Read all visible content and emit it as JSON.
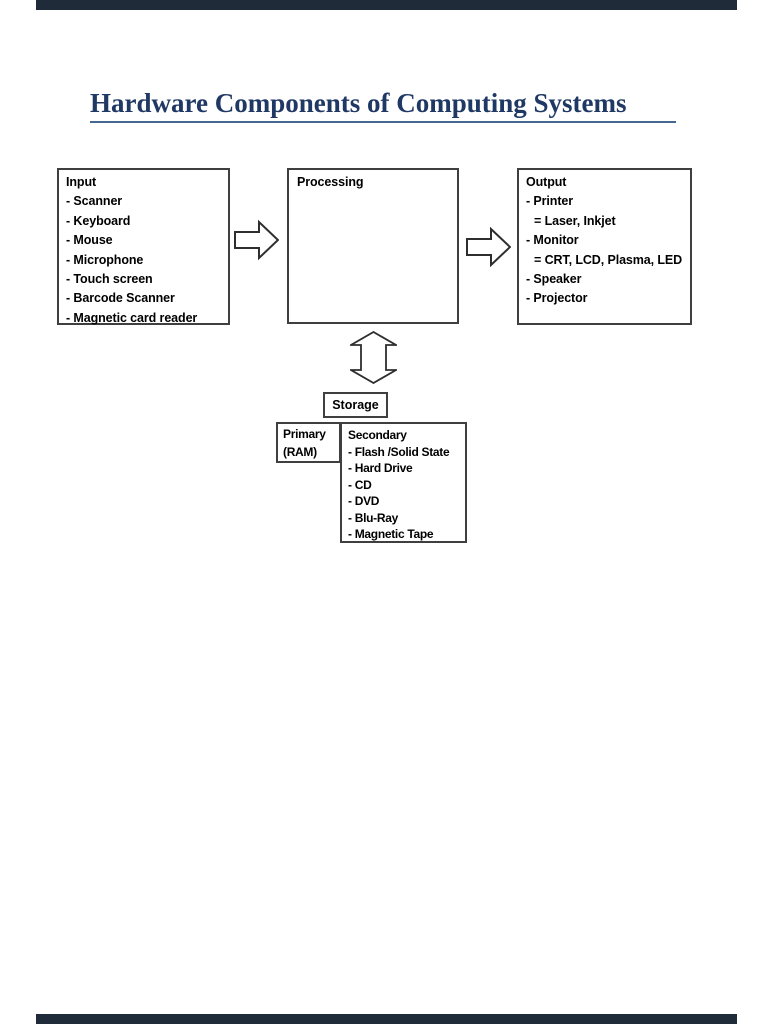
{
  "page": {
    "title": "Hardware Components of Computing Systems"
  },
  "boxes": {
    "input": {
      "title": "Input",
      "items": [
        "- Scanner",
        "- Keyboard",
        "- Mouse",
        "- Microphone",
        "- Touch screen",
        "- Barcode Scanner",
        "- Magnetic card reader"
      ]
    },
    "processing": {
      "title": "Processing"
    },
    "output": {
      "title": "Output",
      "items": [
        "- Printer",
        "= Laser, Inkjet",
        "- Monitor",
        "= CRT, LCD, Plasma, LED",
        "- Speaker",
        "- Projector"
      ]
    },
    "storage": {
      "label": "Storage",
      "primary": {
        "lines": [
          "Primary",
          "(RAM)"
        ]
      },
      "secondary": {
        "title": "Secondary",
        "items": [
          "- Flash /Solid State",
          "- Hard Drive",
          "- CD",
          "- DVD",
          "- Blu-Ray",
          "- Magnetic Tape"
        ]
      }
    }
  },
  "icons": {
    "flow_input_to_processing": "block-arrow-right-icon",
    "flow_processing_to_output": "block-arrow-right-icon",
    "flow_processing_storage": "block-arrow-updown-icon"
  },
  "colors": {
    "title_text": "#1F3864",
    "title_underline": "#44688F",
    "box_border": "#3F3F3F",
    "body_text": "#000000",
    "page_edge": "#1F2B38",
    "page_bg": "#FFFFFF"
  }
}
